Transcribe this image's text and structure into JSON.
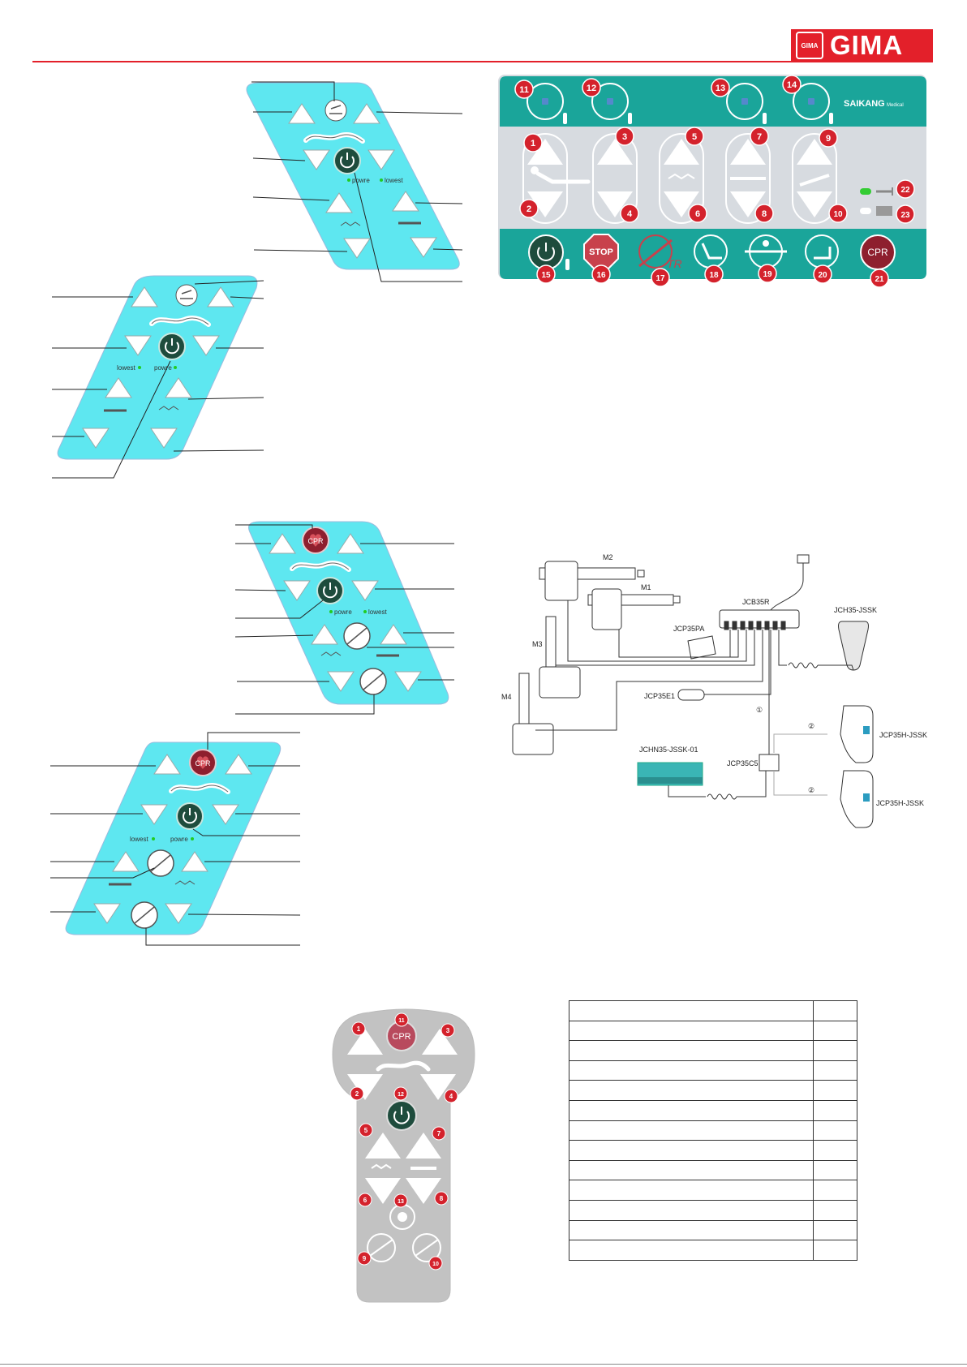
{
  "brand": {
    "name": "GIMA",
    "badge": "GIMA"
  },
  "panel_a": {
    "labels": {
      "powre": "powre",
      "lowest": "lowest"
    }
  },
  "panel_b": {
    "labels": {
      "lowest": "lowest",
      "powre": "powre"
    }
  },
  "panel_c": {
    "labels": {
      "powre": "powre",
      "lowest": "lowest"
    },
    "cpr": "CPR"
  },
  "panel_d": {
    "labels": {
      "lowest": "lowest",
      "powre": "powre"
    },
    "cpr": "CPR"
  },
  "nurse_panel": {
    "brand": "SAIKANG",
    "brand_sub": "Medical",
    "stop_label": "STOP",
    "tr_label": "TR",
    "cpr_label": "CPR",
    "numbers": [
      "1",
      "2",
      "3",
      "4",
      "5",
      "6",
      "7",
      "8",
      "9",
      "10",
      "11",
      "12",
      "13",
      "14",
      "15",
      "16",
      "17",
      "18",
      "19",
      "20",
      "21",
      "22",
      "23"
    ]
  },
  "wiring": {
    "labels": {
      "m1": "M1",
      "m2": "M2",
      "m3": "M3",
      "m4": "M4",
      "control_box": "JCB35R",
      "power_supply": "JCP35PA",
      "hand_control": "JCH35-JSSK",
      "extension": "JCP35E1",
      "nurse_control": "JCHN35-JSSK-01",
      "splitter": "JCP35C5",
      "side_rail_1": "JCP35H-JSSK",
      "side_rail_2": "JCP35H-JSSK",
      "circle_1": "①",
      "circle_2a": "②",
      "circle_2b": "②"
    }
  },
  "remote": {
    "cpr_label": "CPR",
    "numbers": [
      "1",
      "2",
      "3",
      "4",
      "5",
      "6",
      "7",
      "8",
      "9",
      "10",
      "11",
      "12",
      "13"
    ]
  },
  "table": {
    "rows": [
      [
        "",
        ""
      ],
      [
        "",
        ""
      ],
      [
        "",
        ""
      ],
      [
        "",
        ""
      ],
      [
        "",
        ""
      ],
      [
        "",
        ""
      ],
      [
        "",
        ""
      ],
      [
        "",
        ""
      ],
      [
        "",
        ""
      ],
      [
        "",
        ""
      ],
      [
        "",
        ""
      ],
      [
        "",
        ""
      ],
      [
        "",
        ""
      ]
    ]
  }
}
